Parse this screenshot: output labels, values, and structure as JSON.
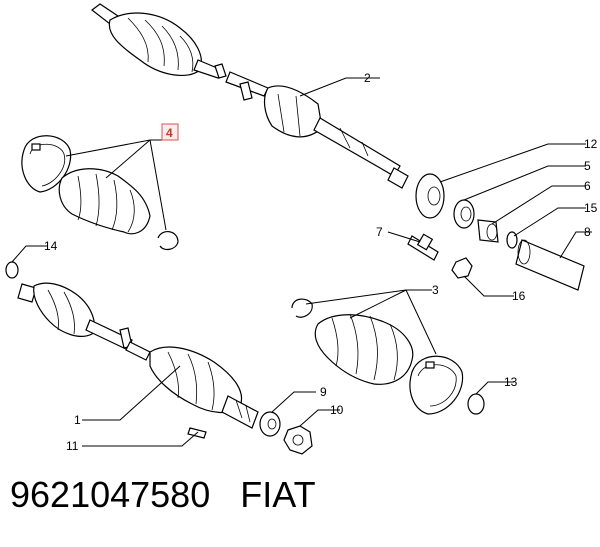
{
  "labels": {
    "l1": "1",
    "l2": "2",
    "l3": "3",
    "l4": "4",
    "l5": "5",
    "l6": "6",
    "l7": "7",
    "l8": "8",
    "l9": "9",
    "l10": "10",
    "l11": "11",
    "l12": "12",
    "l13": "13",
    "l14": "14",
    "l15": "15",
    "l16": "16"
  },
  "highlighted_label": "4",
  "caption": {
    "part_number": "9621047580",
    "brand": "FIAT"
  },
  "colors": {
    "highlight_border": "#d9534f",
    "highlight_fill": "#fdeaea",
    "highlight_text": "#c0392b"
  }
}
